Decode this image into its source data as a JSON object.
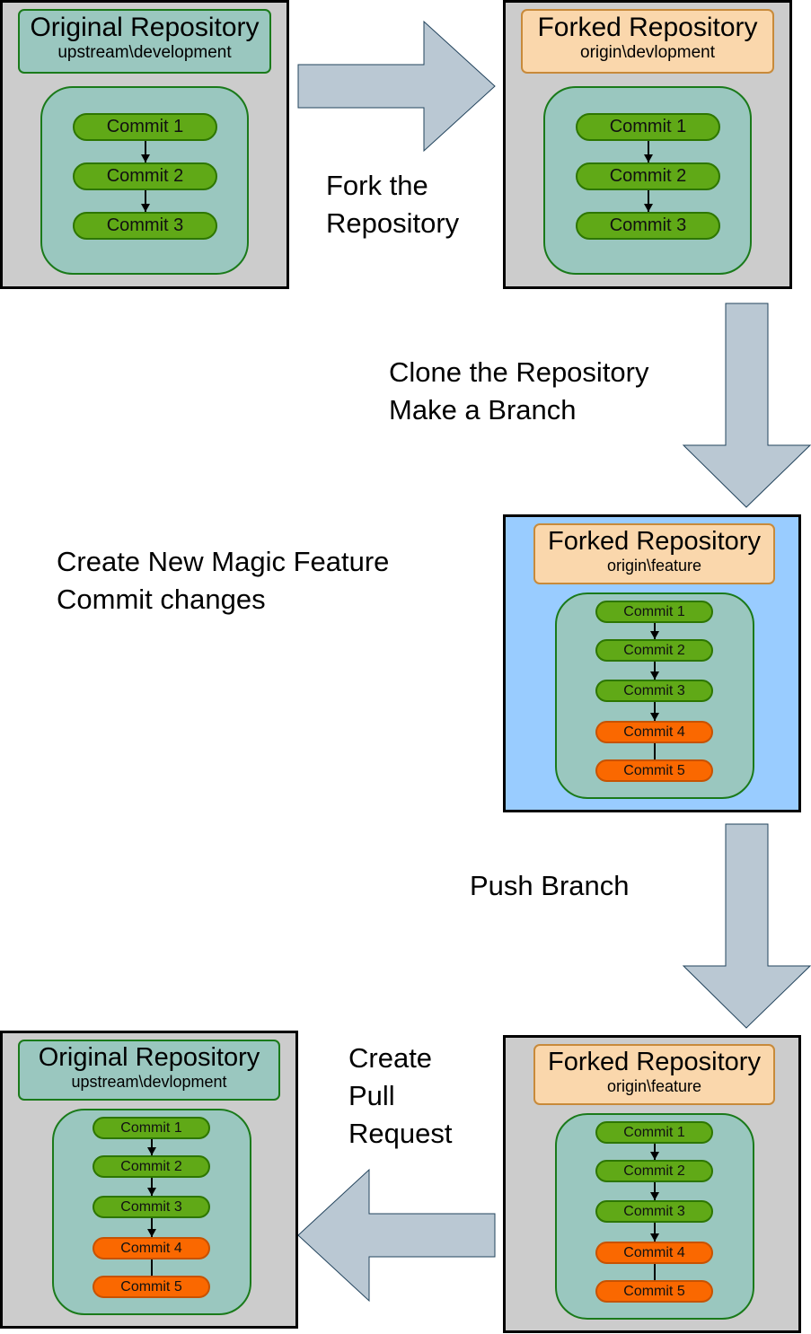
{
  "step_labels": {
    "fork": [
      "Fork the",
      "Repository"
    ],
    "clone": [
      "Clone the Repository",
      "Make a Branch"
    ],
    "feature": [
      "Create New Magic Feature",
      "Commit changes"
    ],
    "push": [
      "Push Branch"
    ],
    "pull_request": [
      "Create",
      "Pull",
      "Request"
    ]
  },
  "boxes": {
    "original_top": {
      "title": "Original Repository",
      "branch": "upstream\\development",
      "commits": [
        "Commit 1",
        "Commit 2",
        "Commit 3"
      ]
    },
    "forked_top": {
      "title": "Forked Repository",
      "branch": "origin\\devlopment",
      "commits": [
        "Commit 1",
        "Commit 2",
        "Commit 3"
      ]
    },
    "forked_feature": {
      "title": "Forked Repository",
      "branch": "origin\\feature",
      "commits": [
        "Commit 1",
        "Commit 2",
        "Commit 3",
        "Commit 4",
        "Commit 5"
      ]
    },
    "forked_pushed": {
      "title": "Forked Repository",
      "branch": "origin\\feature",
      "commits": [
        "Commit 1",
        "Commit 2",
        "Commit 3",
        "Commit 4",
        "Commit 5"
      ]
    },
    "original_bottom": {
      "title": "Original Repository",
      "branch": "upstream\\devlopment",
      "commits": [
        "Commit 1",
        "Commit 2",
        "Commit 3",
        "Commit 4",
        "Commit 5"
      ]
    }
  },
  "colors": {
    "repo_gray": "#cccccc",
    "repo_blue": "#99ccff",
    "upstream_header": "#9ac7bf",
    "origin_header": "#fad7ac",
    "commit_existing": "#60a917",
    "commit_new": "#fa6800",
    "arrow_fill": "#bac8d3"
  }
}
